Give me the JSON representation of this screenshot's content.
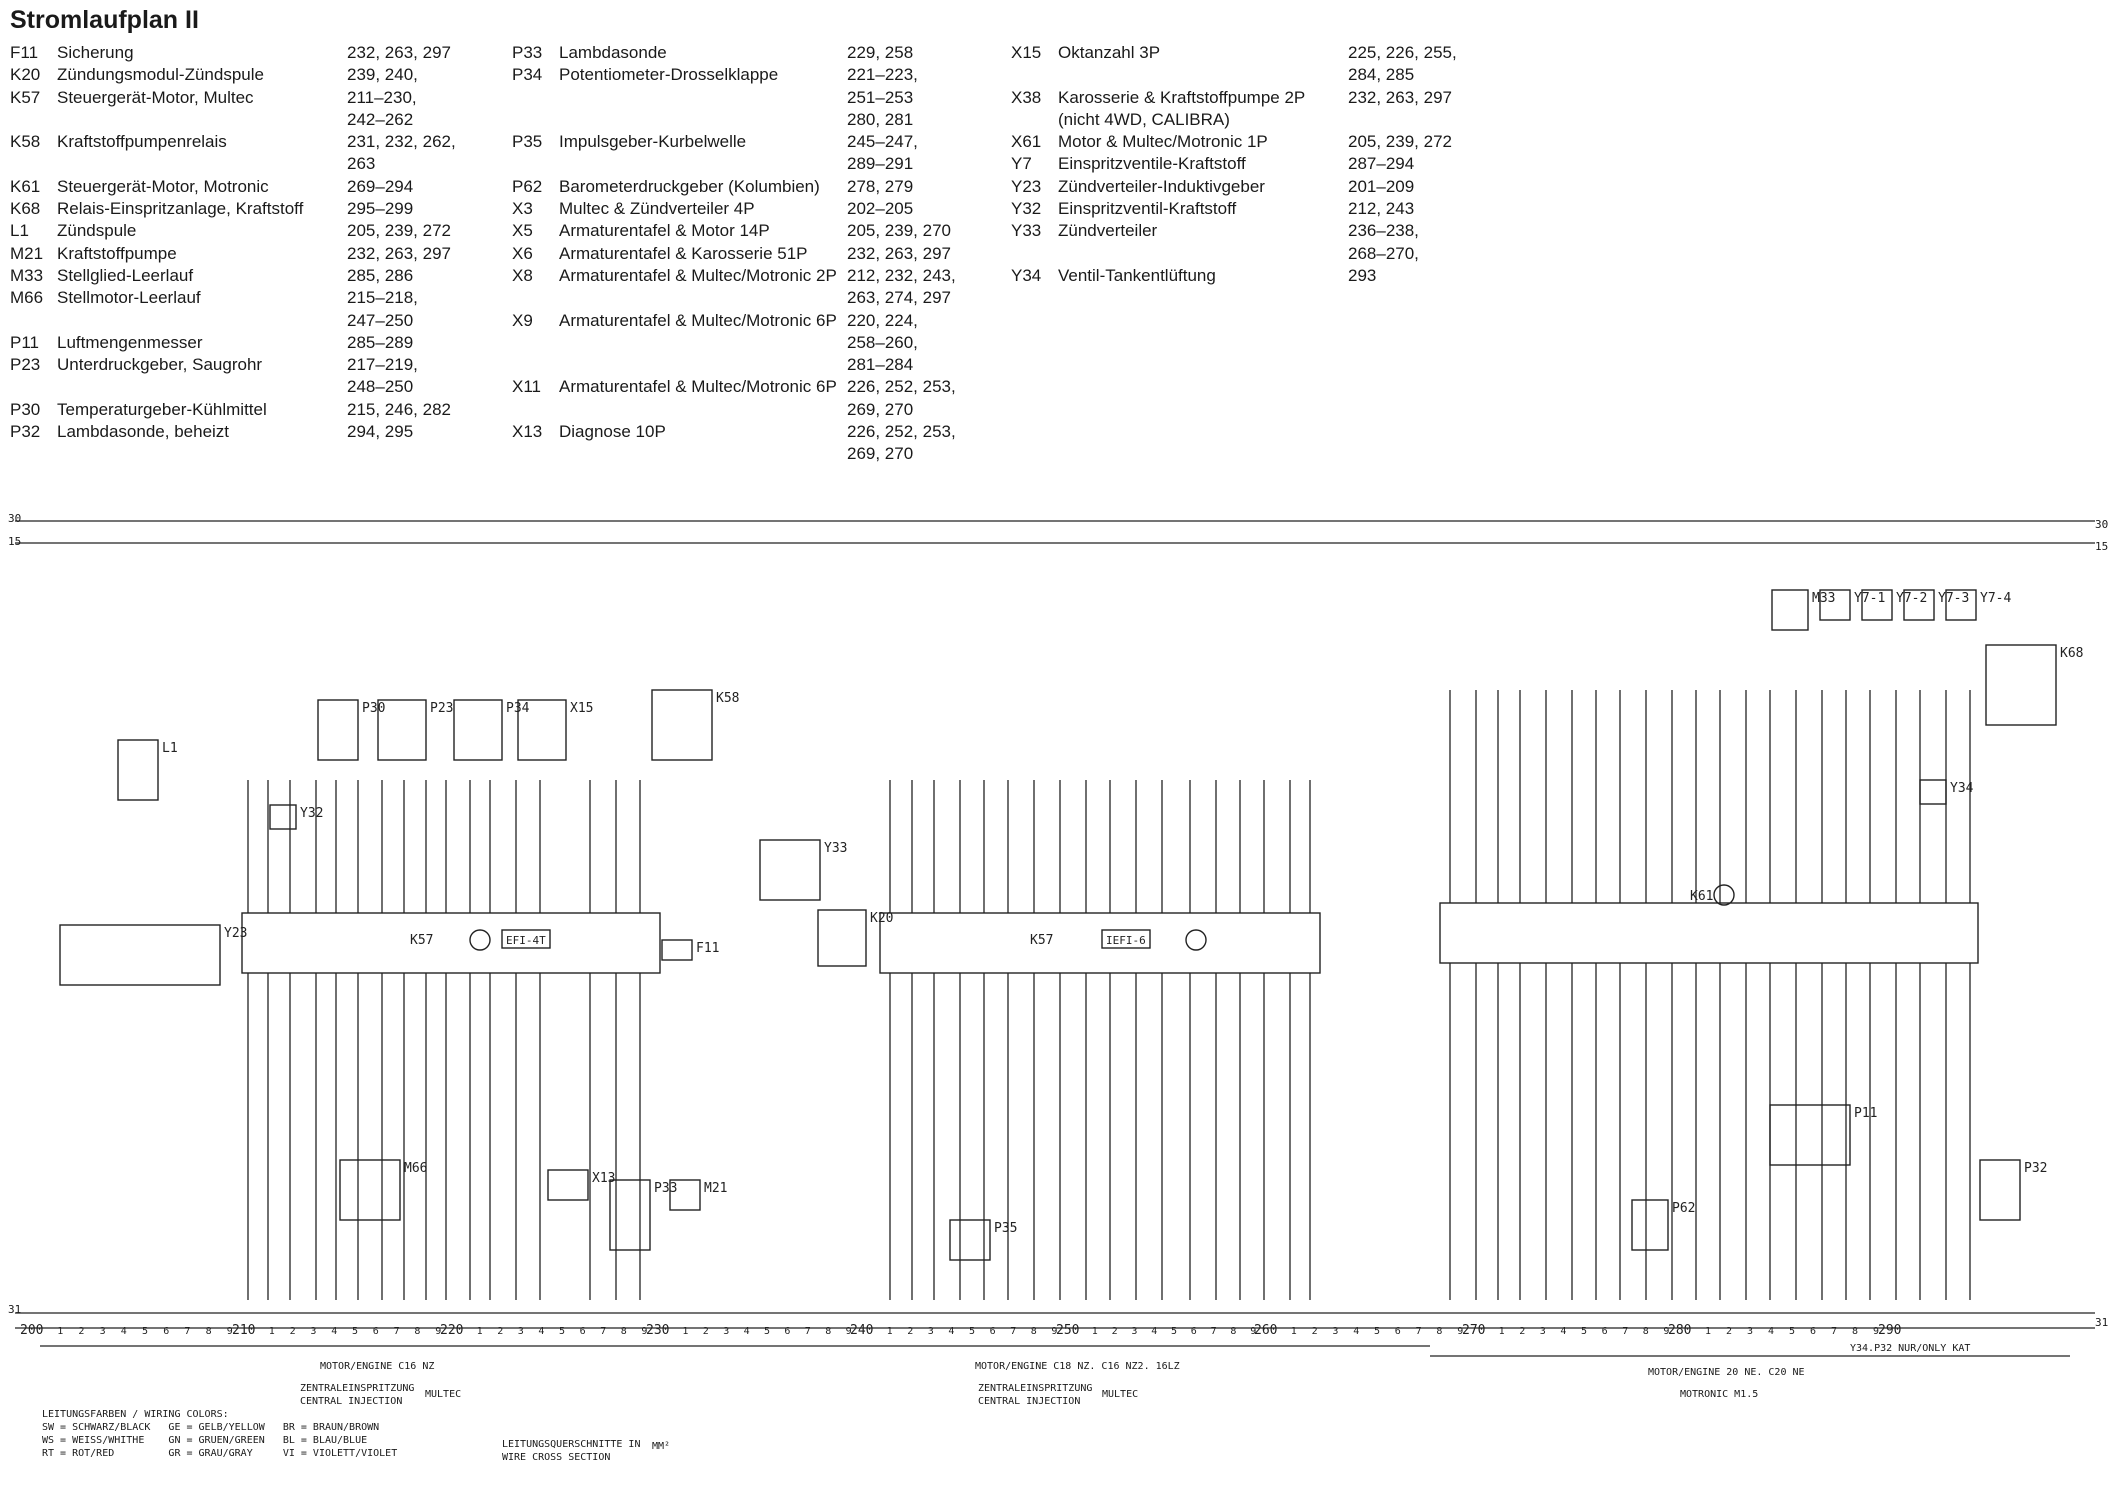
{
  "title": "Stromlaufplan II",
  "components": {
    "col1": [
      {
        "code": "F11",
        "desc": "Sicherung",
        "pages": [
          "232, 263, 297"
        ]
      },
      {
        "code": "K20",
        "desc": "Zündungsmodul-Zündspule",
        "pages": [
          "239, 240,"
        ]
      },
      {
        "code": "K57",
        "desc": "Steuergerät-Motor, Multec",
        "pages": [
          "211–230,",
          "242–262"
        ]
      },
      {
        "code": "K58",
        "desc": "Kraftstoffpumpenrelais",
        "pages": [
          "231, 232, 262,",
          "263"
        ]
      },
      {
        "code": "K61",
        "desc": "Steuergerät-Motor, Motronic",
        "pages": [
          "269–294"
        ]
      },
      {
        "code": "K68",
        "desc": "Relais-Einspritzanlage, Kraftstoff",
        "pages": [
          "295–299"
        ]
      },
      {
        "code": "L1",
        "desc": "Zündspule",
        "pages": [
          "205, 239, 272"
        ]
      },
      {
        "code": "M21",
        "desc": "Kraftstoffpumpe",
        "pages": [
          "232, 263, 297"
        ]
      },
      {
        "code": "M33",
        "desc": "Stellglied-Leerlauf",
        "pages": [
          "285, 286"
        ]
      },
      {
        "code": "M66",
        "desc": "Stellmotor-Leerlauf",
        "pages": [
          "215–218,",
          "247–250"
        ]
      },
      {
        "code": "P11",
        "desc": "Luftmengenmesser",
        "pages": [
          "285–289"
        ]
      },
      {
        "code": "P23",
        "desc": "Unterdruckgeber, Saugrohr",
        "pages": [
          "217–219,",
          "248–250"
        ]
      },
      {
        "code": "P30",
        "desc": "Temperaturgeber-Kühlmittel",
        "pages": [
          "215, 246, 282"
        ]
      },
      {
        "code": "P32",
        "desc": "Lambdasonde, beheizt",
        "pages": [
          "294, 295"
        ]
      }
    ],
    "col2": [
      {
        "code": "P33",
        "desc": "Lambdasonde",
        "pages": [
          "229, 258"
        ]
      },
      {
        "code": "P34",
        "desc": "Potentiometer-Drosselklappe",
        "pages": [
          "221–223,",
          "251–253",
          "280, 281"
        ]
      },
      {
        "code": "P35",
        "desc": "Impulsgeber-Kurbelwelle",
        "pages": [
          "245–247,",
          "289–291"
        ]
      },
      {
        "code": "P62",
        "desc": "Barometerdruckgeber (Kolumbien)",
        "pages": [
          "278, 279"
        ]
      },
      {
        "code": "X3",
        "desc": "Multec & Zündverteiler 4P",
        "pages": [
          "202–205"
        ]
      },
      {
        "code": "X5",
        "desc": "Armaturentafel & Motor 14P",
        "pages": [
          "205, 239, 270"
        ]
      },
      {
        "code": "X6",
        "desc": "Armaturentafel & Karosserie 51P",
        "pages": [
          "232, 263, 297"
        ]
      },
      {
        "code": "X8",
        "desc": "Armaturentafel & Multec/Motronic 2P",
        "pages": [
          "212, 232, 243,",
          "263, 274, 297"
        ]
      },
      {
        "code": "X9",
        "desc": "Armaturentafel & Multec/Motronic 6P",
        "pages": [
          "220, 224,",
          "258–260,",
          "281–284"
        ]
      },
      {
        "code": "X11",
        "desc": "Armaturentafel & Multec/Motronic 6P",
        "pages": [
          "226, 252, 253,",
          "269, 270"
        ]
      },
      {
        "code": "X13",
        "desc": "Diagnose 10P",
        "pages": [
          "226, 252, 253,",
          "269, 270"
        ]
      }
    ],
    "col3": [
      {
        "code": "X15",
        "desc": "Oktanzahl 3P",
        "pages": [
          "225, 226, 255,",
          "284, 285"
        ]
      },
      {
        "code": "X38",
        "desc": "Karosserie & Kraftstoffpumpe 2P",
        "desc2": "(nicht 4WD, CALIBRA)",
        "pages": [
          "232, 263, 297"
        ]
      },
      {
        "code": "X61",
        "desc": "Motor & Multec/Motronic 1P",
        "pages": [
          "205, 239, 272"
        ]
      },
      {
        "code": "Y7",
        "desc": "Einspritzventile-Kraftstoff",
        "pages": [
          "287–294"
        ]
      },
      {
        "code": "Y23",
        "desc": "Zündverteiler-Induktivgeber",
        "pages": [
          "201–209"
        ]
      },
      {
        "code": "Y32",
        "desc": "Einspritzventil-Kraftstoff",
        "pages": [
          "212, 243"
        ]
      },
      {
        "code": "Y33",
        "desc": "Zündverteiler",
        "pages": [
          "236–238,",
          "268–270,"
        ]
      },
      {
        "code": "Y34",
        "desc": "Ventil-Tankentlüftung",
        "pages": [
          "293"
        ]
      }
    ]
  },
  "diagram": {
    "rail_labels": {
      "r30": "30",
      "r15": "15",
      "r31": "31"
    },
    "modules": [
      {
        "id": "K57a",
        "label": "K57",
        "badge": "EFI-4T"
      },
      {
        "id": "K57b",
        "label": "K57",
        "badge": "IEFI-6"
      },
      {
        "id": "K61",
        "label": "K61"
      }
    ],
    "components": [
      "L1",
      "Y23",
      "Y32",
      "P30",
      "P23",
      "P34",
      "X15",
      "K58",
      "F11",
      "M21",
      "P33",
      "M66",
      "X13",
      "Y33",
      "K20",
      "P35",
      "M33",
      "Y7-1",
      "Y7-2",
      "Y7-3",
      "Y7-4",
      "K68",
      "Y34",
      "P62",
      "P11",
      "P32"
    ],
    "scale_numbers": [
      "200",
      "210",
      "220",
      "230",
      "240",
      "250",
      "260",
      "270",
      "280",
      "290"
    ],
    "section_captions": [
      {
        "line1": "MOTOR/ENGINE C16 NZ",
        "line2": "ZENTRALEINSPRITZUNG",
        "line3": "CENTRAL INJECTION",
        "line4": "MULTEC"
      },
      {
        "line1": "MOTOR/ENGINE C18 NZ. C16 NZ2. 16LZ",
        "line2": "ZENTRALEINSPRITZUNG",
        "line3": "CENTRAL INJECTION",
        "line4": "MULTEC"
      },
      {
        "line1": "MOTOR/ENGINE 20 NE. C20 NE",
        "line2": "MOTRONIC M1.5",
        "line3": "Y34.P32 NUR/ONLY KAT",
        "line4": ""
      }
    ],
    "legend": {
      "heading": "LEITUNGSFARBEN / WIRING COLORS:",
      "rows": [
        "SW = SCHWARZ/BLACK   GE = GELB/YELLOW   BR = BRAUN/BROWN",
        "WS = WEISS/WHITHE    GN = GRUEN/GREEN   BL = BLAU/BLUE",
        "RT = ROT/RED         GR = GRAU/GRAY     VI = VIOLETT/VIOLET"
      ],
      "cross_section_1": "LEITUNGSQUERSCHNITTE IN",
      "cross_section_2": "WIRE CROSS SECTION",
      "unit": "MM²"
    }
  }
}
